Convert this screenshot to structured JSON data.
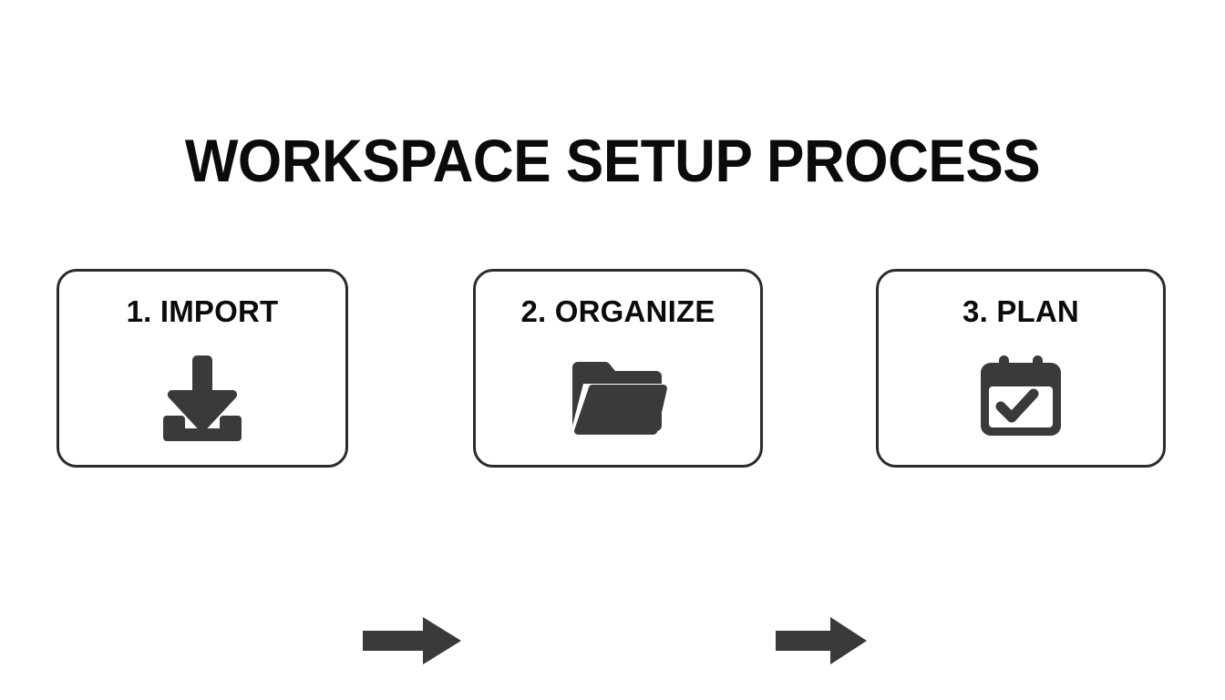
{
  "page": {
    "title": "WORKSPACE SETUP PROCESS",
    "background_color": "#fdfdfd",
    "ink_color": "#2b2b2b",
    "text_color": "#0b0b0b"
  },
  "flow": {
    "steps": [
      {
        "label": "1. IMPORT",
        "number": "1",
        "name": "IMPORT",
        "icon": "download-icon"
      },
      {
        "label": "2. ORGANIZE",
        "number": "2",
        "name": "ORGANIZE",
        "icon": "folder-open-icon"
      },
      {
        "label": "3. PLAN",
        "number": "3",
        "name": "PLAN",
        "icon": "calendar-check-icon"
      }
    ],
    "connectors": [
      {
        "icon": "arrow-right-icon",
        "from": "1. IMPORT",
        "to": "2. ORGANIZE"
      },
      {
        "icon": "arrow-right-icon",
        "from": "2. ORGANIZE",
        "to": "3. PLAN"
      }
    ]
  }
}
